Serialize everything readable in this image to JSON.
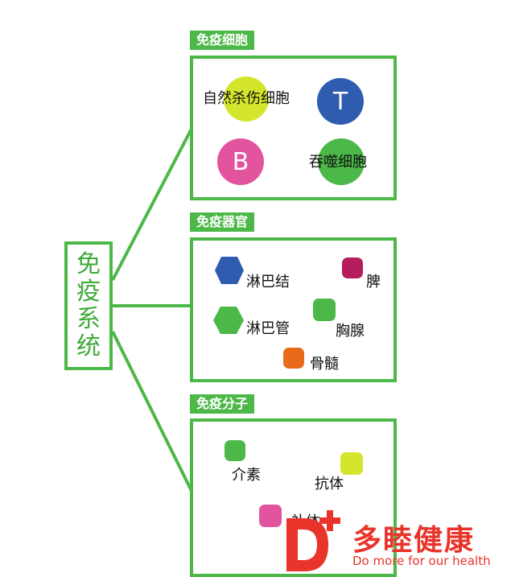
{
  "root": {
    "chars": [
      "免",
      "疫",
      "系",
      "统"
    ]
  },
  "groups": [
    {
      "tab": "免疫细胞",
      "items": [
        "自然杀伤细胞",
        "T",
        "B",
        "吞噬细胞"
      ]
    },
    {
      "tab": "免疫器官",
      "items": [
        "淋巴结",
        "脾",
        "淋巴管",
        "胸腺",
        "骨髓"
      ]
    },
    {
      "tab": "免疫分子",
      "items": [
        "介素",
        "抗体",
        "补体"
      ]
    }
  ],
  "colors": {
    "green": "#4cb848",
    "yellow": "#d4e62b",
    "blue": "#2f5cae",
    "pink": "#e2559e",
    "crimson": "#b51d5d",
    "orange": "#ea6a1c",
    "brand_red": "#e8342b"
  },
  "brand": {
    "logo_letter": "D",
    "name": "多睦健康",
    "slogan": "Do more for our health"
  }
}
